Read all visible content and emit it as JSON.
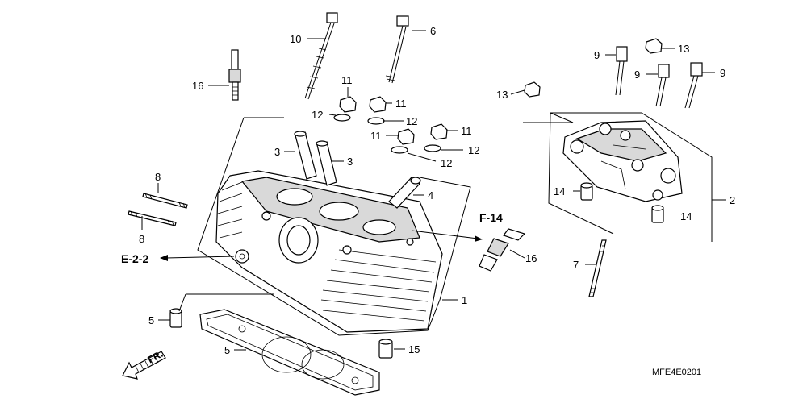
{
  "callouts": [
    {
      "id": "c1",
      "label": "1"
    },
    {
      "id": "c2",
      "label": "2"
    },
    {
      "id": "c3a",
      "label": "3"
    },
    {
      "id": "c3b",
      "label": "3"
    },
    {
      "id": "c4",
      "label": "4"
    },
    {
      "id": "c5a",
      "label": "5"
    },
    {
      "id": "c5b",
      "label": "5"
    },
    {
      "id": "c6",
      "label": "6"
    },
    {
      "id": "c7",
      "label": "7"
    },
    {
      "id": "c8a",
      "label": "8"
    },
    {
      "id": "c8b",
      "label": "8"
    },
    {
      "id": "c9a",
      "label": "9"
    },
    {
      "id": "c9b",
      "label": "9"
    },
    {
      "id": "c9c",
      "label": "9"
    },
    {
      "id": "c10",
      "label": "10"
    },
    {
      "id": "c11a",
      "label": "11"
    },
    {
      "id": "c11b",
      "label": "11"
    },
    {
      "id": "c11c",
      "label": "11"
    },
    {
      "id": "c11d",
      "label": "11"
    },
    {
      "id": "c12a",
      "label": "12"
    },
    {
      "id": "c12b",
      "label": "12"
    },
    {
      "id": "c12c",
      "label": "12"
    },
    {
      "id": "c12d",
      "label": "12"
    },
    {
      "id": "c13a",
      "label": "13"
    },
    {
      "id": "c13b",
      "label": "13"
    },
    {
      "id": "c14a",
      "label": "14"
    },
    {
      "id": "c14b",
      "label": "14"
    },
    {
      "id": "c15",
      "label": "15"
    },
    {
      "id": "c16a",
      "label": "16"
    },
    {
      "id": "c16b",
      "label": "16"
    }
  ],
  "references": {
    "f14": "F-14",
    "e22": "E-2-2"
  },
  "direction_label": "FR.",
  "diagram_code": "MFE4E0201"
}
